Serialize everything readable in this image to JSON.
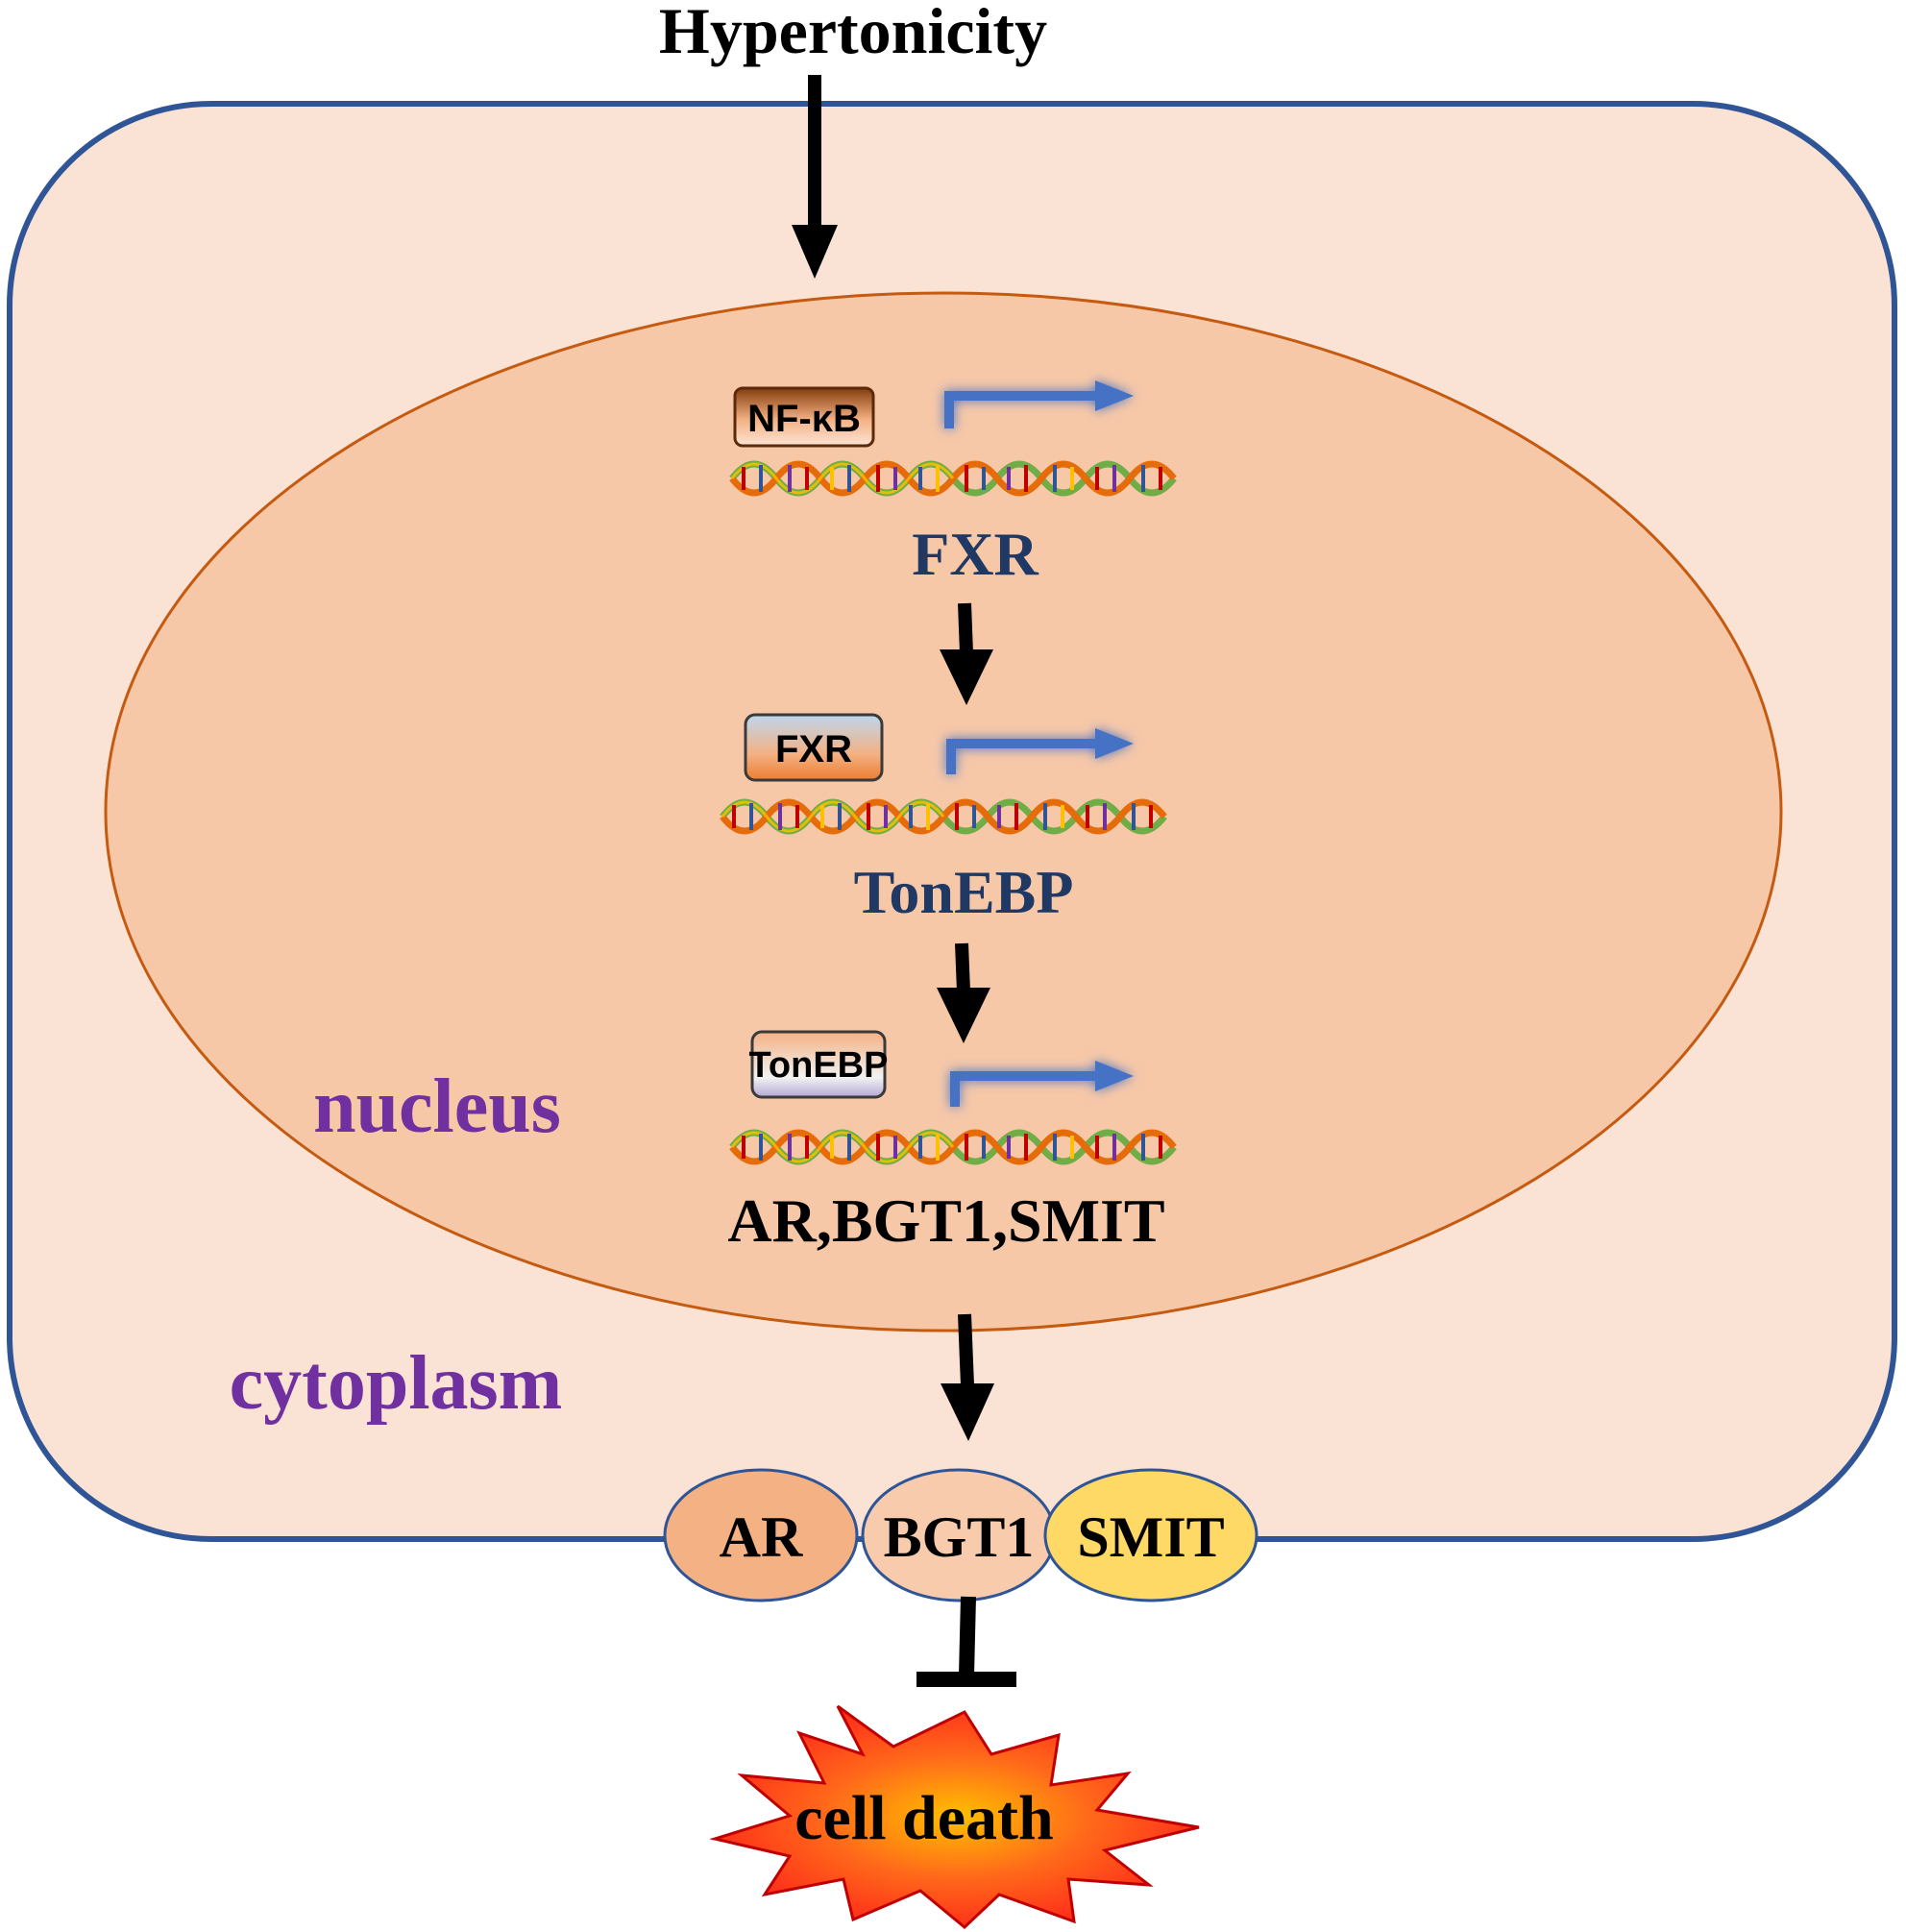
{
  "stimulus": "Hypertonicity",
  "compartments": {
    "nucleus": "nucleus",
    "cytoplasm": "cytoplasm"
  },
  "steps": [
    {
      "factor": "NF-κB",
      "gene": "FXR"
    },
    {
      "factor": "FXR",
      "gene": "TonEBP"
    },
    {
      "factor": "TonEBP",
      "gene": "AR,BGT1,SMIT"
    }
  ],
  "membrane_proteins": [
    "AR",
    "BGT1",
    "SMIT"
  ],
  "outcome": "cell death",
  "colors": {
    "cell_fill": "#fae3d5",
    "cell_border": "#2f5597",
    "nucleus_fill": "#f7c8a8",
    "nucleus_border": "#c55a11",
    "gene_text": "#1f3864",
    "compartment_text": "#7030a0",
    "promoter_arrow": "#4472c4",
    "ar_fill": "#f4b183",
    "bgt1_fill": "#f8cbad",
    "smit_fill": "#ffd966",
    "death_fill": "#ff2a1a"
  }
}
